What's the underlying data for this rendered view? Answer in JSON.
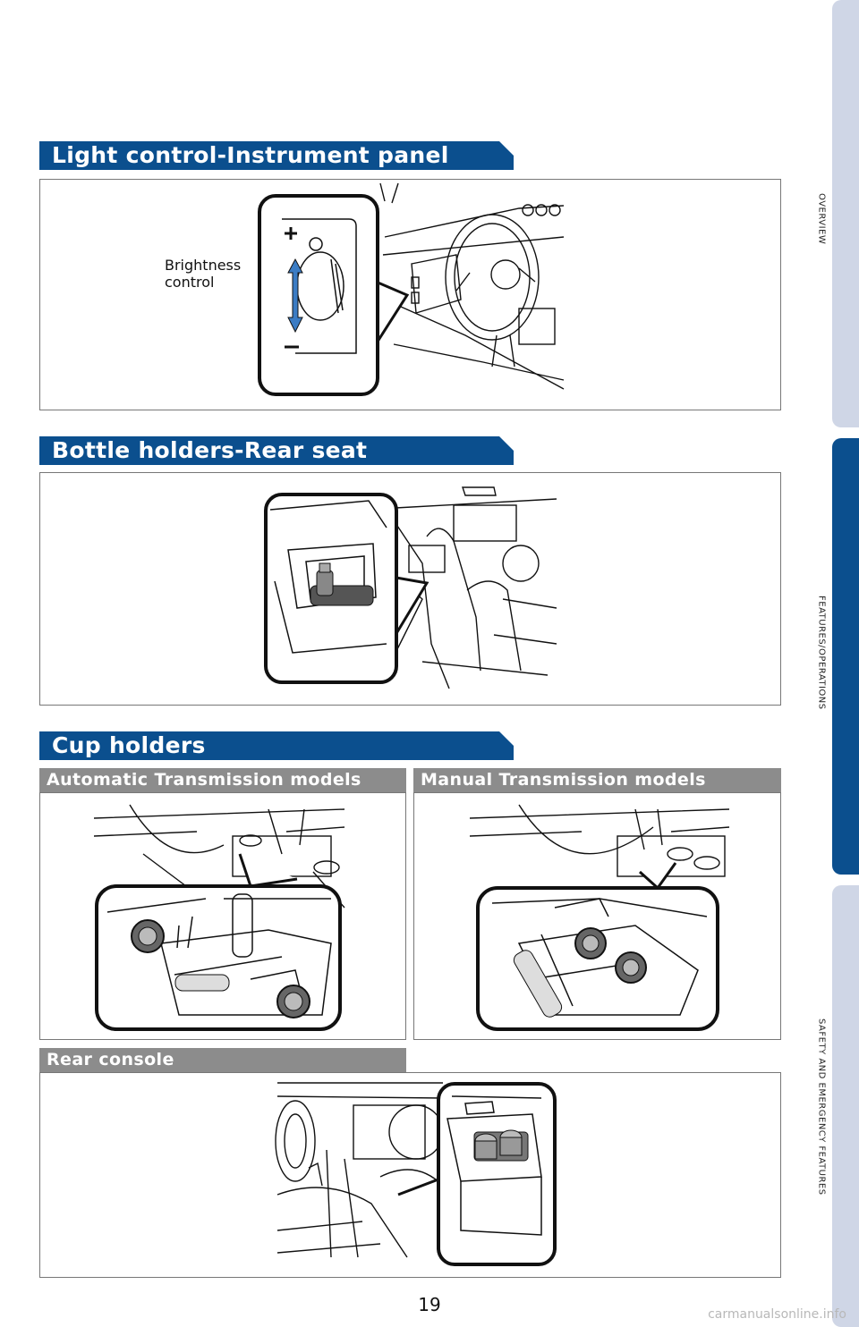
{
  "side_tabs": [
    {
      "label": "OVERVIEW",
      "active": false
    },
    {
      "label": "FEATURES/OPERATIONS",
      "active": true
    },
    {
      "label": "SAFETY AND EMERGENCY FEATURES",
      "active": false
    }
  ],
  "colors": {
    "tab_inactive": "#cfd6e6",
    "tab_active": "#0b4f8e",
    "header": "#0b4f8e",
    "subheader": "#8c8c8c"
  },
  "sections": {
    "light_control": {
      "title": "Light control-Instrument panel",
      "callout": "Brightness\ncontrol"
    },
    "bottle_holders": {
      "title": "Bottle holders-Rear seat"
    },
    "cup_holders": {
      "title": "Cup holders",
      "automatic": "Automatic Transmission models",
      "manual": "Manual Transmission models",
      "rear": "Rear console"
    }
  },
  "page_number": "19",
  "watermark": "carmanualsonline.info"
}
